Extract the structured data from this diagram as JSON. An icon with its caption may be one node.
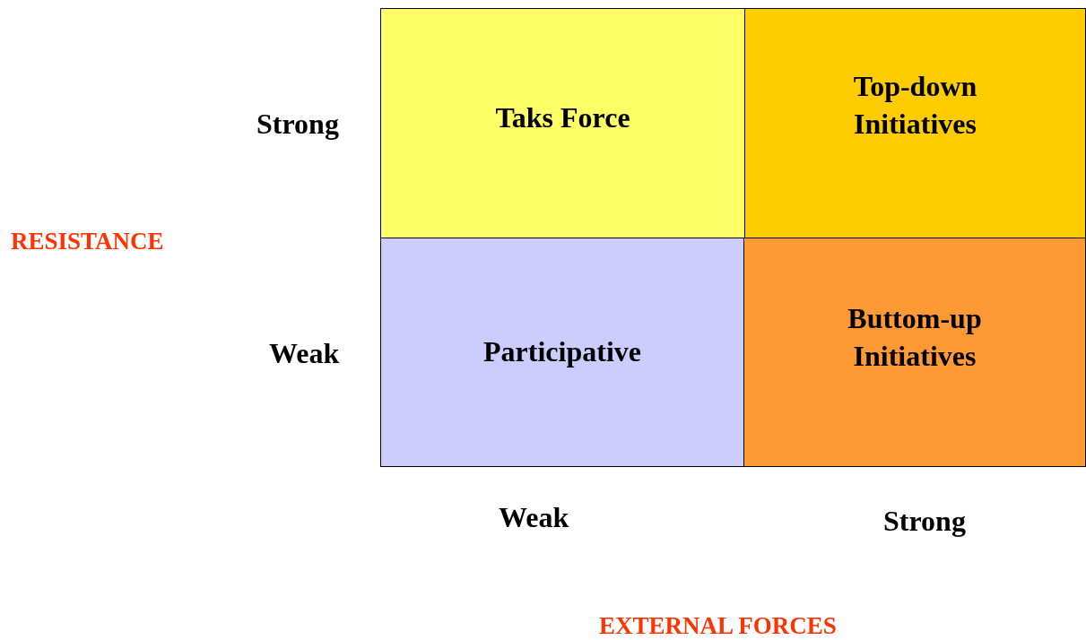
{
  "diagram": {
    "nodes": [
      {
        "text": [
          "Taks Force"
        ]
      },
      {
        "text": [
          "Top-down Initiatives"
        ]
      },
      {
        "text": [
          "Participative"
        ]
      },
      {
        "text": [
          "Buttom-up Initiatives"
        ]
      }
    ],
    "labels": [
      "Strong",
      "RESISTANCE",
      "Weak",
      "Weak",
      "Strong",
      "EXTERNAL FORCES"
    ]
  }
}
